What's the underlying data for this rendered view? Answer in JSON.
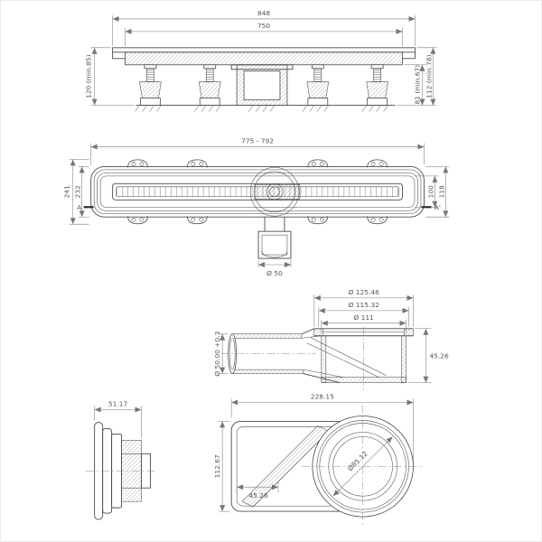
{
  "front_view": {
    "overall_width": "848",
    "body_width": "750",
    "install_height": "120 (min.85)",
    "clearance_inner": "81 (min.67)",
    "clearance_outer": "112 (min.78)"
  },
  "plan_view": {
    "length_range": "775 - 792",
    "overall_width": "241",
    "flange_width": "232",
    "channel_width": "100",
    "body_width": "118",
    "section_left": "A",
    "section_right": "A'",
    "outlet_dia": "Ø 50"
  },
  "section_view": {
    "dia_outer": "Ø 125.46",
    "dia_mid": "Ø 115.32",
    "dia_inner": "Ø 111",
    "outlet_dia": "Ø 50.00 +0.3",
    "height": "45.26"
  },
  "flange_view": {
    "depth": "51.17"
  },
  "trap_plan_view": {
    "length": "228.15",
    "width": "112.67",
    "inlet_offset": "45.26",
    "bowl_dia": "Ø85.12"
  }
}
